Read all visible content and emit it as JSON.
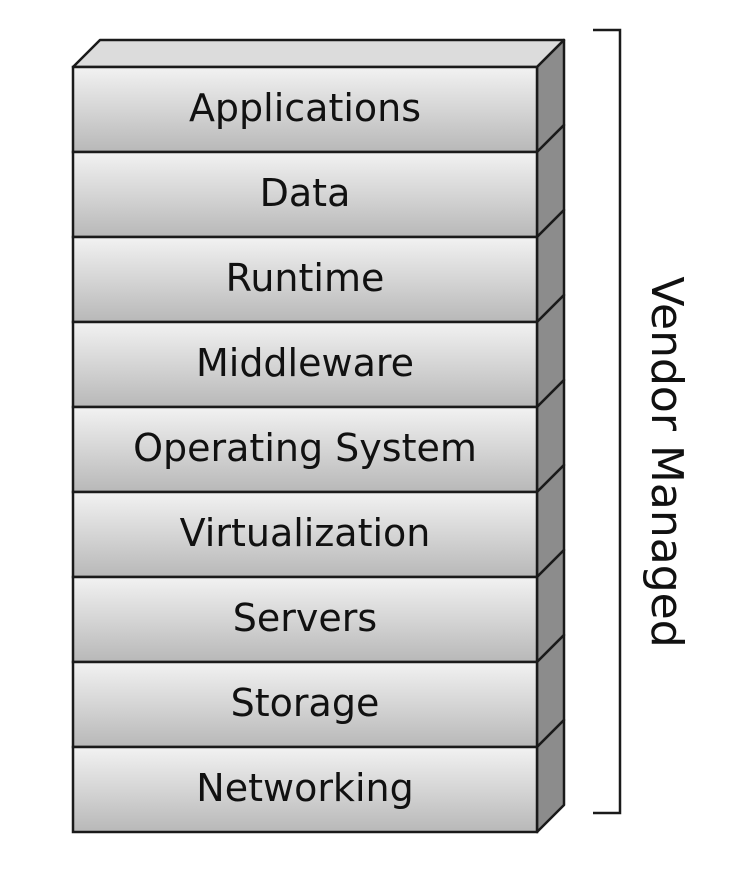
{
  "diagram": {
    "layers": [
      {
        "label": "Applications"
      },
      {
        "label": "Data"
      },
      {
        "label": "Runtime"
      },
      {
        "label": "Middleware"
      },
      {
        "label": "Operating System"
      },
      {
        "label": "Virtualization"
      },
      {
        "label": "Servers"
      },
      {
        "label": "Storage"
      },
      {
        "label": "Networking"
      }
    ],
    "bracket_label": "Vendor Managed"
  },
  "colors": {
    "face_top": "#f2f2f2",
    "face_bottom": "#b8b8b8",
    "side": "#8c8c8c",
    "top_face": "#dcdcdc",
    "outline": "#1a1a1a"
  }
}
